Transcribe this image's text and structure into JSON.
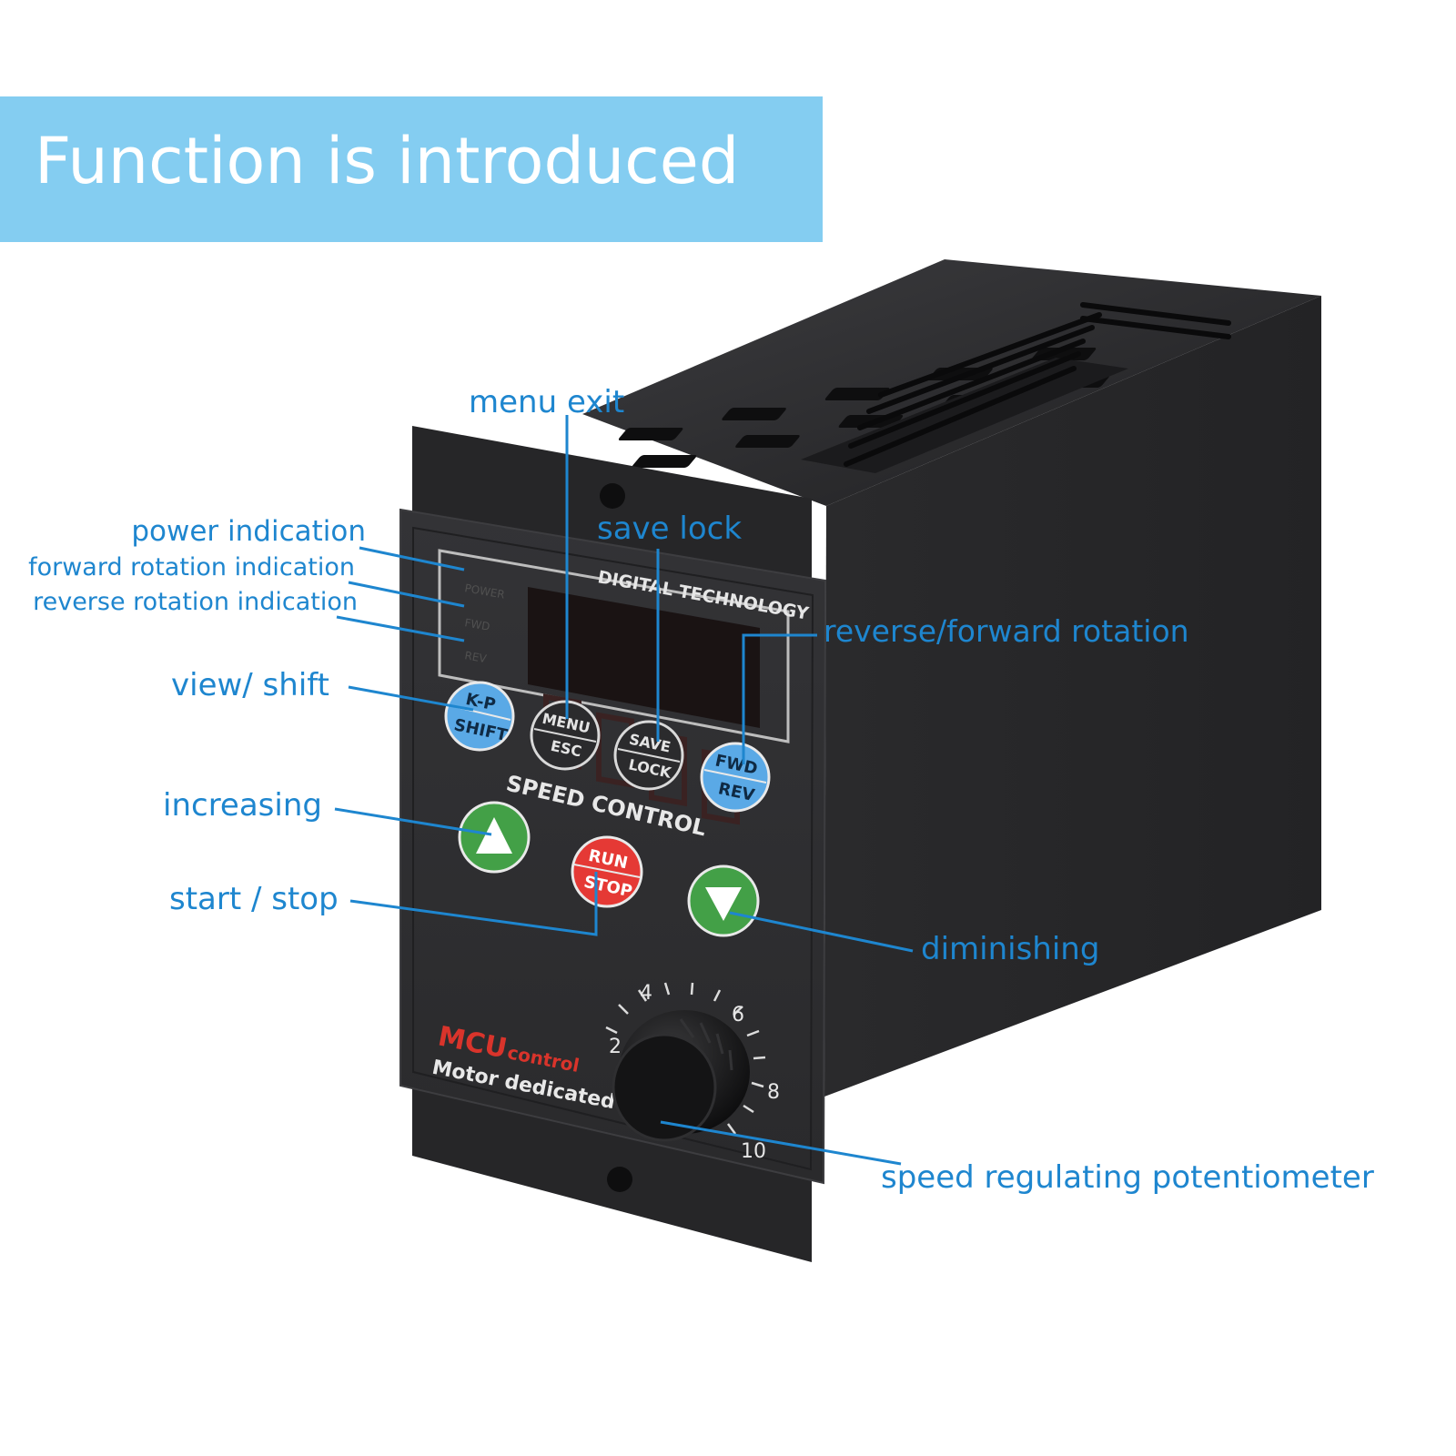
{
  "banner": {
    "title": "Function is introduced",
    "color": "#84cdf1"
  },
  "callouts": {
    "menu_exit": "menu exit",
    "save_lock": "save lock",
    "power_indication": "power indication",
    "forward_rotation_indication": "forward rotation indication",
    "reverse_rotation_indication": "reverse rotation indication",
    "reverse_forward_rotation": "reverse/forward rotation",
    "view_shift": "view/ shift",
    "increasing": "increasing",
    "start_stop": "start / stop",
    "diminishing": "diminishing",
    "speed_potentiometer": "speed regulating potentiometer"
  },
  "device": {
    "display_header": "DIGITAL TECHNOLOGY",
    "indicators": [
      "POWER",
      "FWD",
      "REV"
    ],
    "panel_title": "SPEED CONTROL",
    "buttons": {
      "kp_shift": {
        "top": "K-P",
        "bottom": "SHIFT",
        "color": "#5aa9e6"
      },
      "menu_esc": {
        "top": "MENU",
        "bottom": "ESC"
      },
      "save_lock": {
        "top": "SAVE",
        "bottom": "LOCK"
      },
      "fwd_rev": {
        "top": "FWD",
        "bottom": "REV",
        "color": "#5aa9e6"
      },
      "run_stop": {
        "top": "RUN",
        "bottom": "STOP",
        "color": "#e53935"
      },
      "up": {
        "color": "#43a047"
      },
      "down": {
        "color": "#43a047"
      }
    },
    "brand_line1_a": "MCU",
    "brand_line1_b": "control",
    "brand_line2": "Motor dedicated",
    "dial_marks": [
      "2",
      "4",
      "6",
      "8",
      "10"
    ]
  },
  "colors": {
    "label": "#1e86cf",
    "body": "#2b2b2d",
    "accent_red": "#d9342b"
  }
}
